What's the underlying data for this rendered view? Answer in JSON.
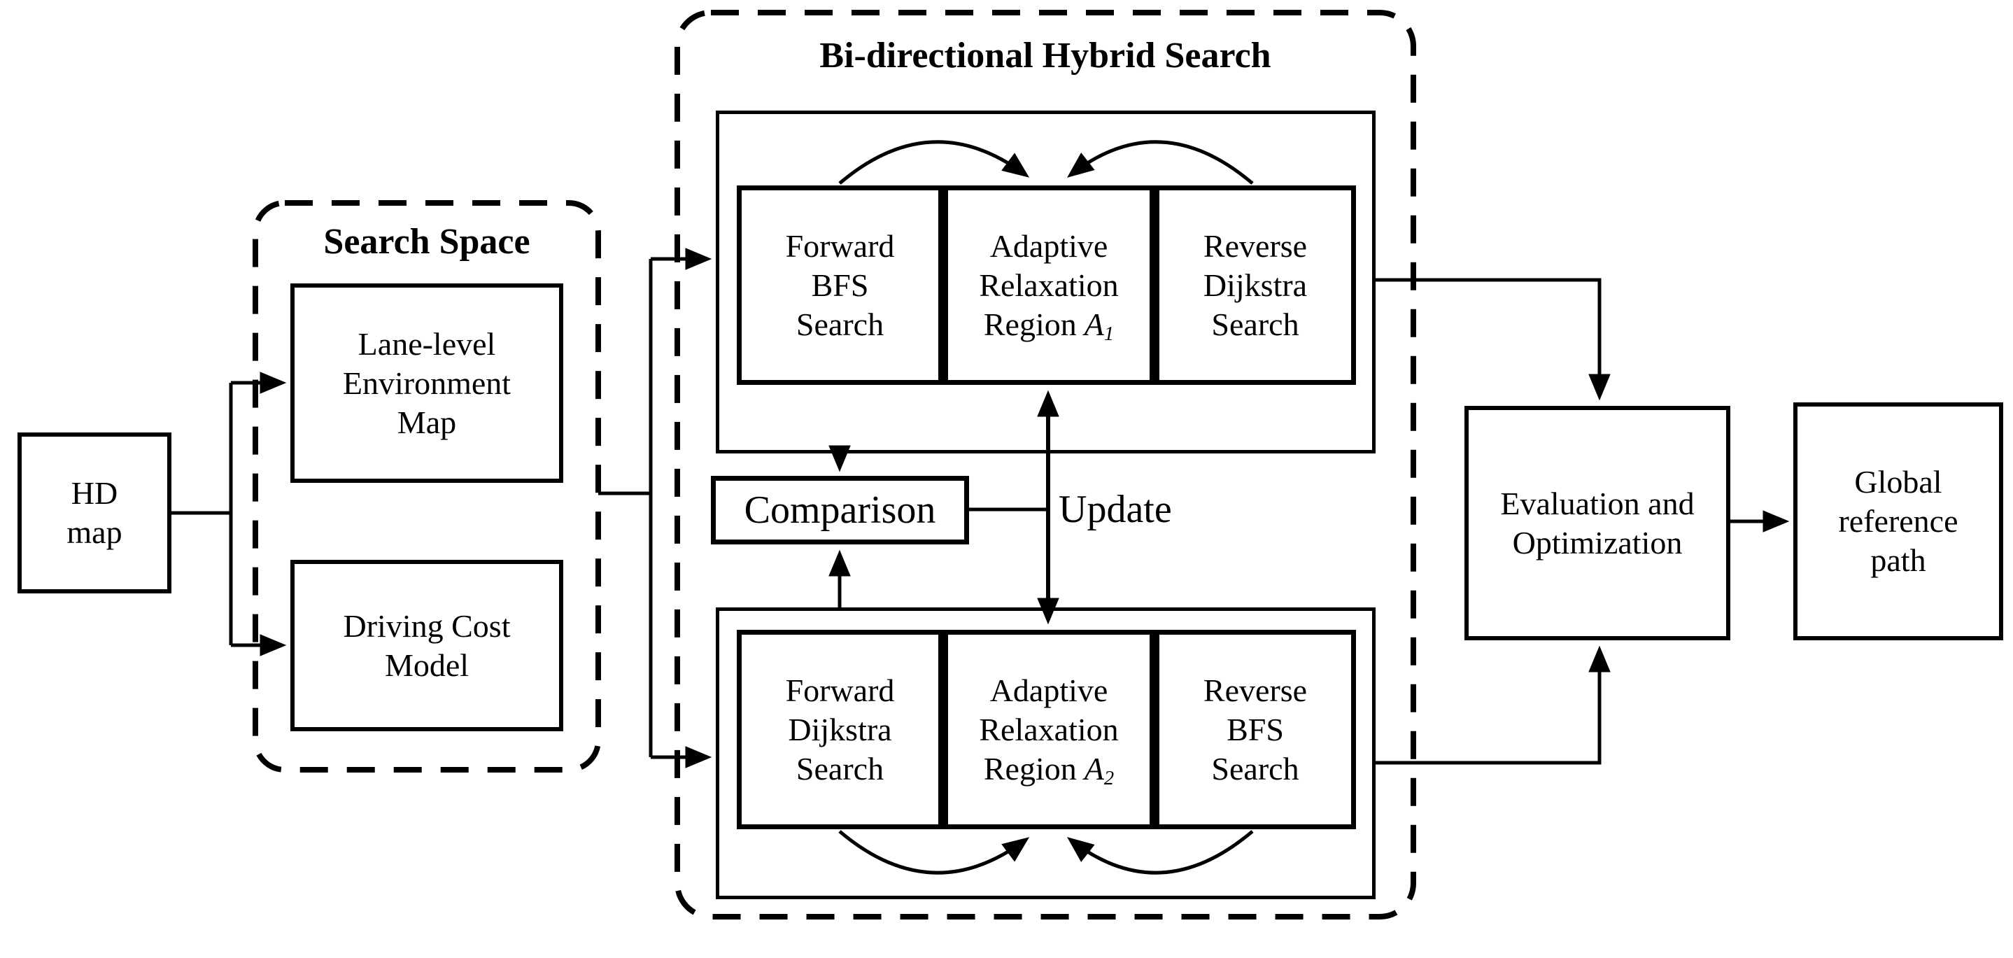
{
  "diagram": {
    "colors": {
      "ink": "#000000",
      "background": "#ffffff"
    },
    "hd_map": {
      "lines": [
        "HD",
        "map"
      ]
    },
    "search_space": {
      "title": "Search Space",
      "lane_level": {
        "lines": [
          "Lane-level",
          "Environment",
          "Map"
        ]
      },
      "driving_cost": {
        "lines": [
          "Driving Cost",
          "Model"
        ]
      }
    },
    "bidir": {
      "title": "Bi-directional Hybrid Search",
      "top_group": {
        "forward": {
          "lines": [
            "Forward",
            "BFS",
            "Search"
          ]
        },
        "adaptive": {
          "lines": [
            "Adaptive",
            "Relaxation"
          ],
          "region": {
            "prefix": "Region",
            "var": "A",
            "sub": "1"
          }
        },
        "reverse": {
          "lines": [
            "Reverse",
            "Dijkstra",
            "Search"
          ]
        }
      },
      "comparison_label": "Comparison",
      "update_label": "Update",
      "bottom_group": {
        "forward": {
          "lines": [
            "Forward",
            "Dijkstra",
            "Search"
          ]
        },
        "adaptive": {
          "lines": [
            "Adaptive",
            "Relaxation"
          ],
          "region": {
            "prefix": "Region",
            "var": "A",
            "sub": "2"
          }
        },
        "reverse": {
          "lines": [
            "Reverse",
            "BFS",
            "Search"
          ]
        }
      }
    },
    "evaluation": {
      "lines": [
        "Evaluation and",
        "Optimization"
      ]
    },
    "global_path": {
      "lines": [
        "Global",
        "reference",
        "path"
      ]
    }
  }
}
